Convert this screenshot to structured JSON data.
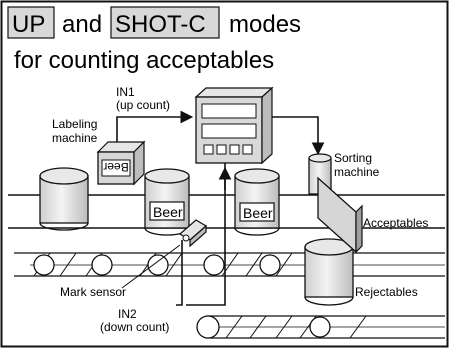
{
  "title": {
    "mode1": "UP",
    "and_word": "and",
    "mode2": "SHOT-C",
    "modes_word": "modes",
    "line2": "for counting acceptables"
  },
  "labels": {
    "in1_line1": "IN1",
    "in1_line2": "(up count)",
    "labeling_line1": "Labeling",
    "labeling_line2": "machine",
    "label_text": "Beer",
    "sorting_line1": "Sorting",
    "sorting_line2": "machine",
    "can_label": "Beer",
    "acceptables": "Acceptables",
    "rejectables": "Rejectables",
    "mark_sensor": "Mark sensor",
    "in2_line1": "IN2",
    "in2_line2": "(down count)"
  },
  "colors": {
    "background": "#ffffff",
    "shade": "#d6d6d6",
    "light": "#ececec",
    "ink": "#111111"
  }
}
